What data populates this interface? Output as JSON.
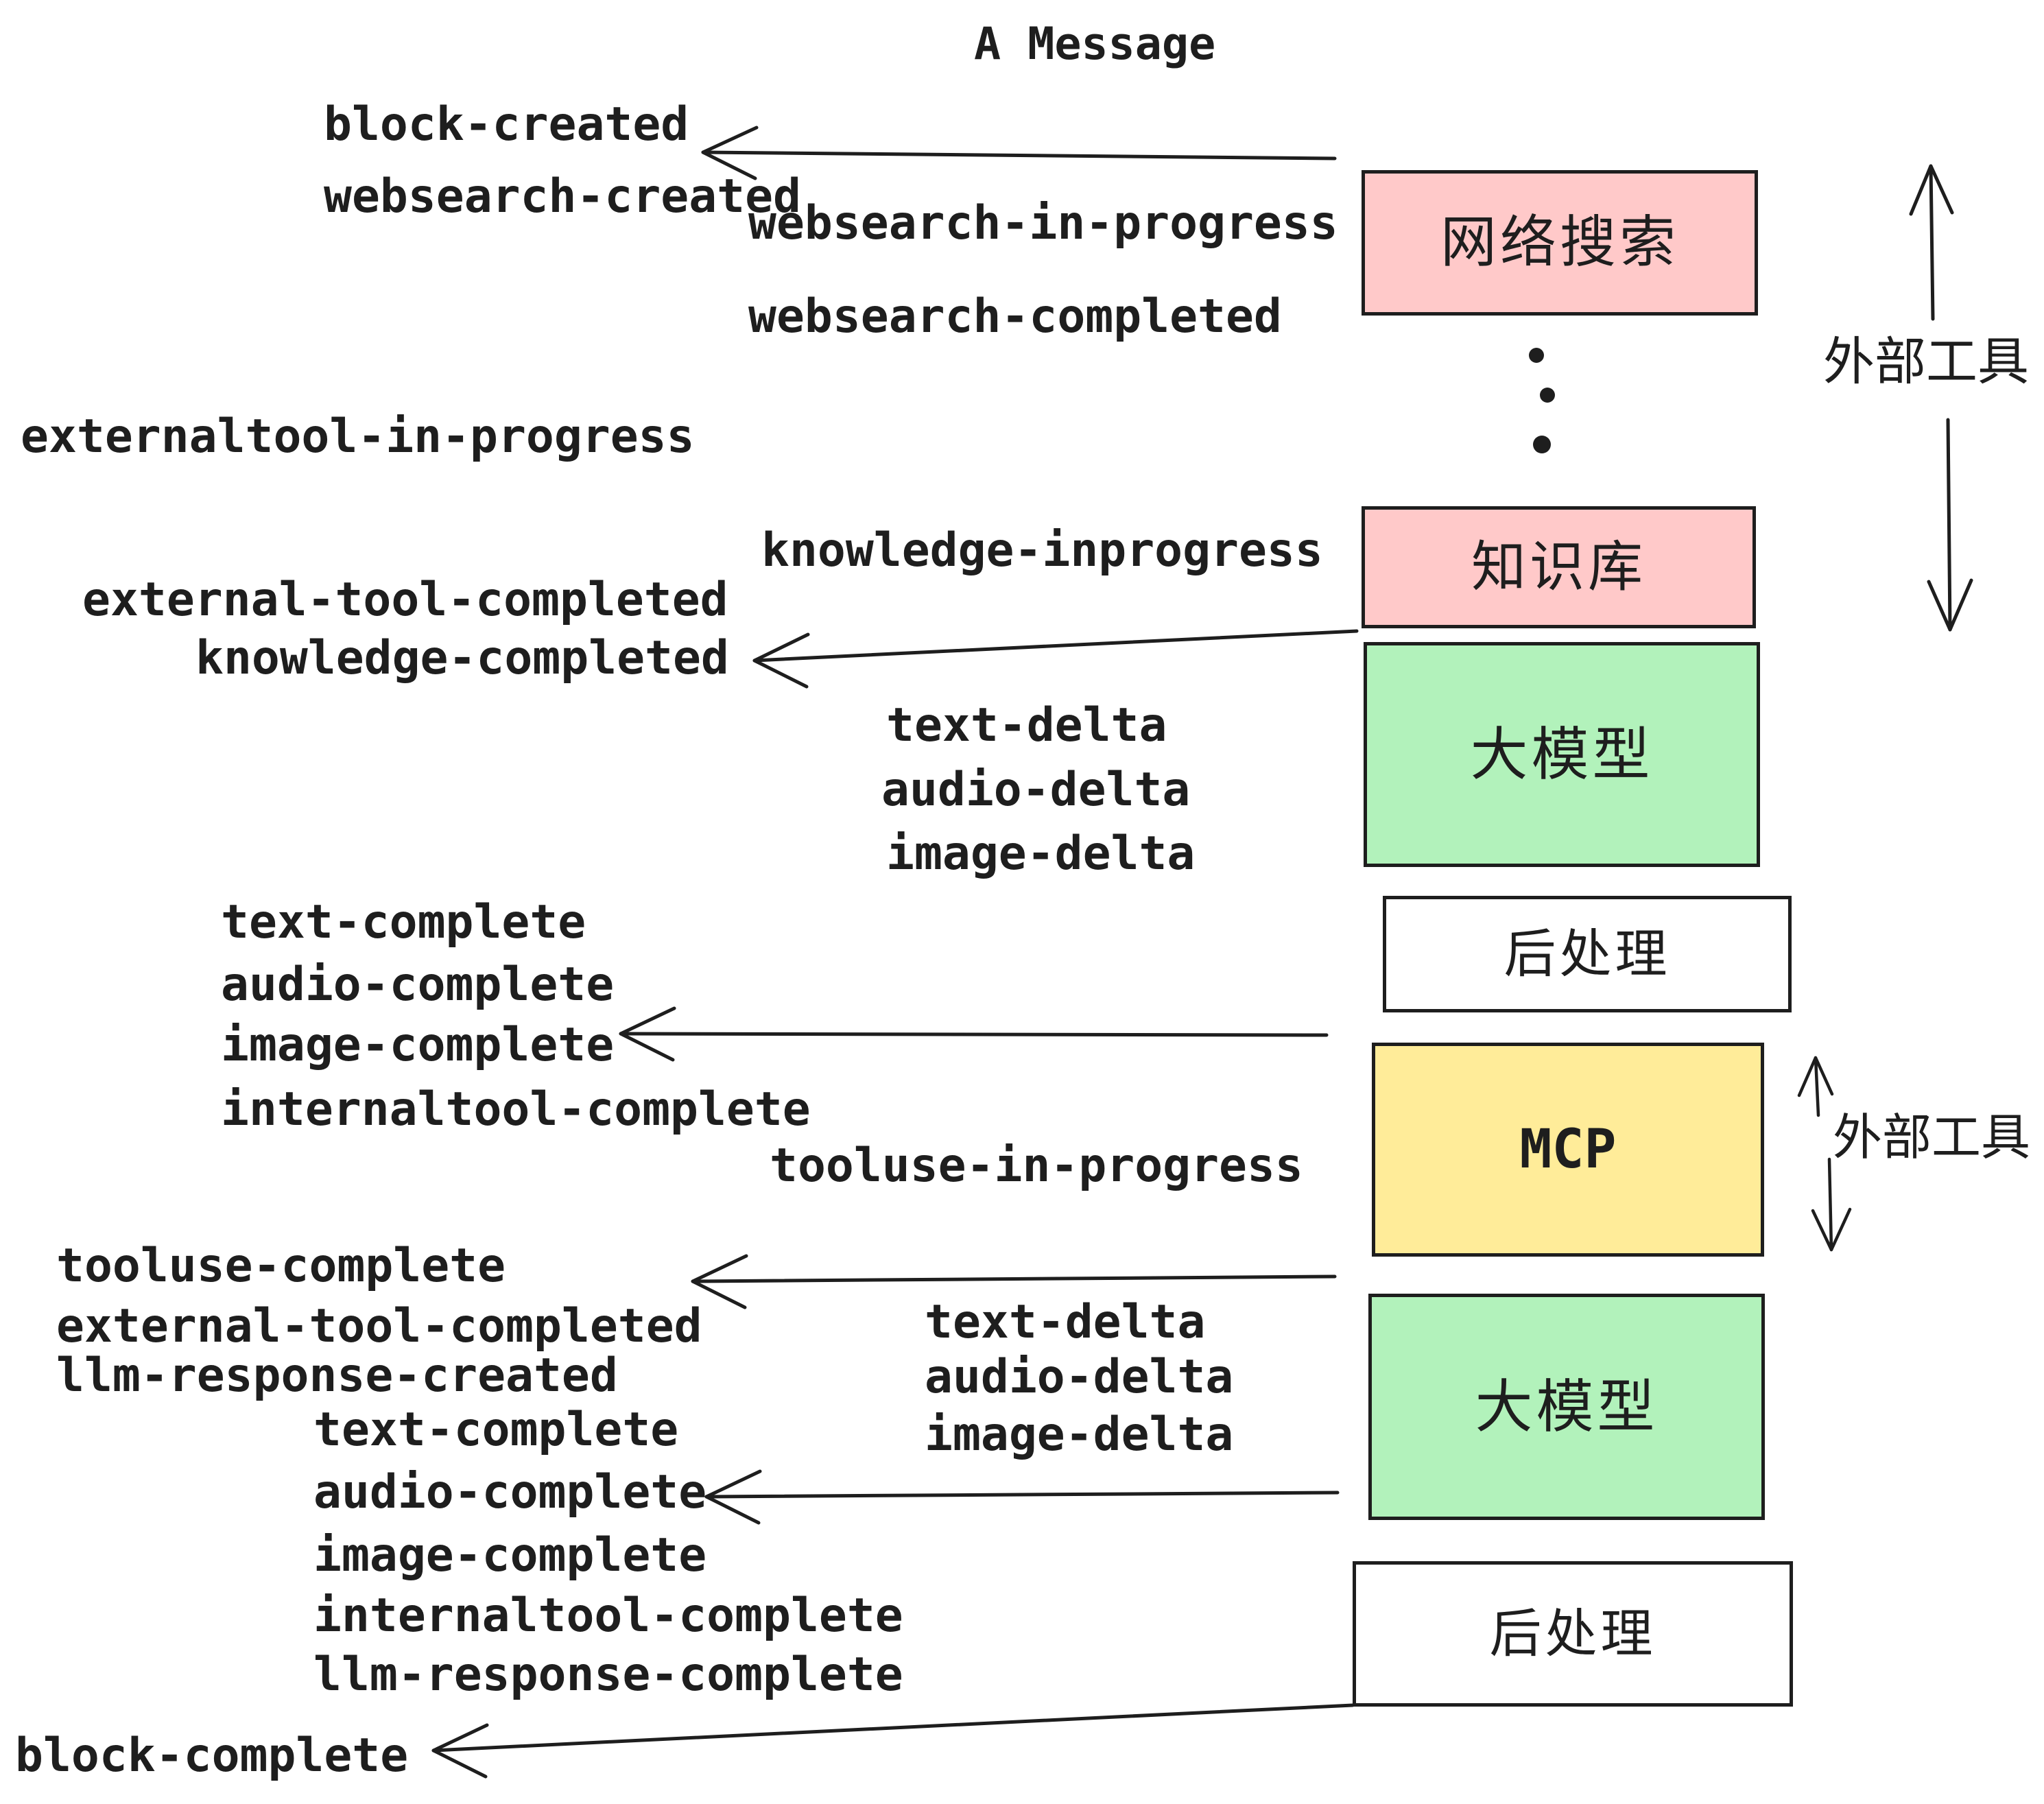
{
  "title": "A Message",
  "colors": {
    "ink": "#1E1E1E",
    "pink": "#FFC9C9",
    "green": "#B2F2BB",
    "yellow": "#FFEC99",
    "white": "#FFFFFF"
  },
  "events": [
    {
      "id": "block-created",
      "text": "block-created"
    },
    {
      "id": "websearch-created",
      "text": "websearch-created"
    },
    {
      "id": "websearch-in-progress",
      "text": "websearch-in-progress"
    },
    {
      "id": "websearch-completed",
      "text": "websearch-completed"
    },
    {
      "id": "externaltool-in-progress",
      "text": "externaltool-in-progress"
    },
    {
      "id": "knowledge-inprogress",
      "text": "knowledge-inprogress"
    },
    {
      "id": "external-tool-completed-1",
      "text": "external-tool-completed"
    },
    {
      "id": "knowledge-completed",
      "text": "knowledge-completed"
    },
    {
      "id": "text-delta-1",
      "text": "text-delta"
    },
    {
      "id": "audio-delta-1",
      "text": "audio-delta"
    },
    {
      "id": "image-delta-1",
      "text": "image-delta"
    },
    {
      "id": "text-complete-1",
      "text": "text-complete"
    },
    {
      "id": "audio-complete-1",
      "text": "audio-complete"
    },
    {
      "id": "image-complete-1",
      "text": "image-complete"
    },
    {
      "id": "internaltool-complete-1",
      "text": "internaltool-complete"
    },
    {
      "id": "tooluse-in-progress",
      "text": "tooluse-in-progress"
    },
    {
      "id": "tooluse-complete",
      "text": "tooluse-complete"
    },
    {
      "id": "external-tool-completed-2",
      "text": "external-tool-completed"
    },
    {
      "id": "llm-response-created",
      "text": "llm-response-created"
    },
    {
      "id": "text-delta-2",
      "text": "text-delta"
    },
    {
      "id": "audio-delta-2",
      "text": "audio-delta"
    },
    {
      "id": "image-delta-2",
      "text": "image-delta"
    },
    {
      "id": "text-complete-2",
      "text": "text-complete"
    },
    {
      "id": "audio-complete-2",
      "text": "audio-complete"
    },
    {
      "id": "image-complete-2",
      "text": "image-complete"
    },
    {
      "id": "internaltool-complete-2",
      "text": "internaltool-complete"
    },
    {
      "id": "llm-response-complete",
      "text": "llm-response-complete"
    },
    {
      "id": "block-complete",
      "text": "block-complete"
    }
  ],
  "boxes": [
    {
      "id": "websearch",
      "label": "网络搜索",
      "fill": "#FFC9C9"
    },
    {
      "id": "knowledge-base",
      "label": "知识库",
      "fill": "#FFC9C9"
    },
    {
      "id": "llm-1",
      "label": "大模型",
      "fill": "#B2F2BB"
    },
    {
      "id": "postprocess-1",
      "label": "后处理",
      "fill": "#FFFFFF"
    },
    {
      "id": "mcp",
      "label": "MCP",
      "fill": "#FFEC99"
    },
    {
      "id": "llm-2",
      "label": "大模型",
      "fill": "#B2F2BB"
    },
    {
      "id": "postprocess-2",
      "label": "后处理",
      "fill": "#FFFFFF"
    }
  ],
  "annotations": {
    "external_tools_top": "外部工具",
    "external_tools_mcp": "外部工具"
  },
  "decorations": {
    "tool_ellipsis_dots": 3
  }
}
